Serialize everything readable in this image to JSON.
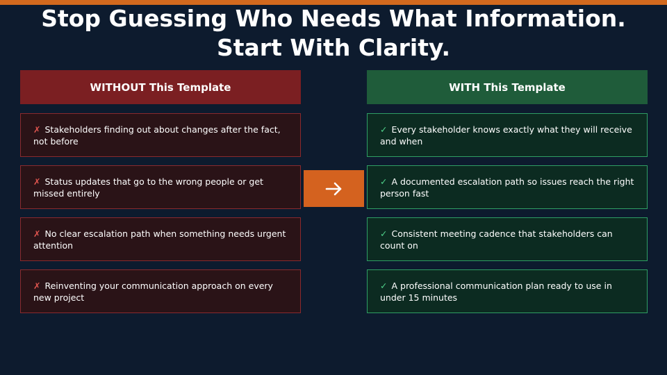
{
  "title": "Stop Guessing Who Needs What Information. Start With Clarity.",
  "without": {
    "header": "WITHOUT This Template",
    "mark": "✗",
    "items": [
      "Stakeholders finding out about changes after the fact, not before",
      "Status updates that go to the wrong people or get missed entirely",
      "No clear escalation path when something needs urgent attention",
      "Reinventing your communication approach on every new project"
    ]
  },
  "with": {
    "header": "WITH This Template",
    "mark": "✓",
    "items": [
      "Every stakeholder knows exactly what they will receive and when",
      "A documented escalation path so issues reach the right person fast",
      "Consistent meeting cadence that stakeholders can count on",
      "A professional communication plan ready to use in under 15 minutes"
    ]
  },
  "colors": {
    "background": "#0d1b2e",
    "accent": "#d4621f",
    "without_header": "#7b1f22",
    "with_header": "#1f5c3a",
    "without_border": "#8a2a2e",
    "with_border": "#2f9e64"
  },
  "icons": {
    "center": "arrow-right-icon",
    "without_mark": "cross-icon",
    "with_mark": "check-icon"
  }
}
